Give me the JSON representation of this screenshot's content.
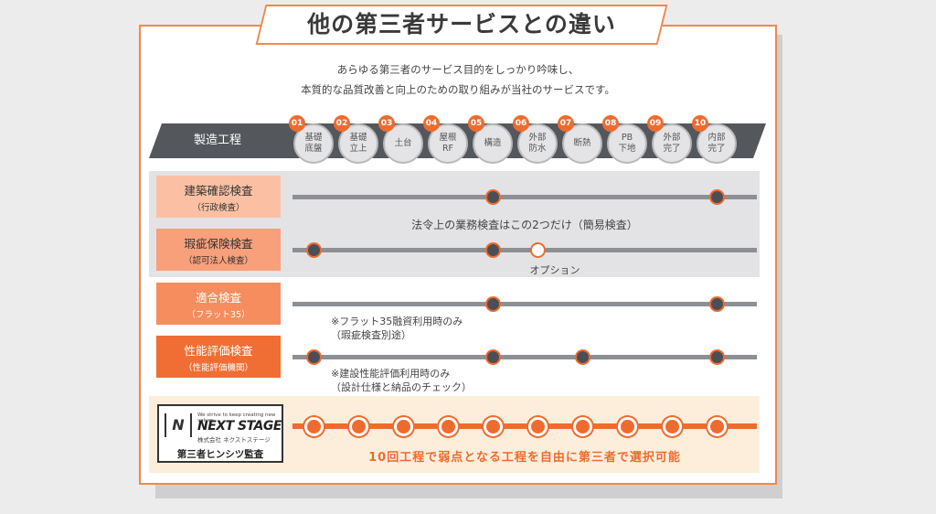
{
  "title": "他の第三者サービスとの違い",
  "intro": {
    "line1": "あらゆる第三者のサービス目的をしっかり吟味し、",
    "line2": "本質的な品質改善と向上のための取り組みが当社のサービスです。"
  },
  "process": {
    "label": "製造工程",
    "steps": [
      {
        "num": "01",
        "label": "基礎\n底盤"
      },
      {
        "num": "02",
        "label": "基礎\n立上"
      },
      {
        "num": "03",
        "label": "土台"
      },
      {
        "num": "04",
        "label": "屋根\nRF"
      },
      {
        "num": "05",
        "label": "構造"
      },
      {
        "num": "06",
        "label": "外部\n防水"
      },
      {
        "num": "07",
        "label": "断熱"
      },
      {
        "num": "08",
        "label": "PB\n下地"
      },
      {
        "num": "09",
        "label": "外部\n完了"
      },
      {
        "num": "10",
        "label": "内部\n完了"
      }
    ]
  },
  "rows": [
    {
      "name": "建築確認検査",
      "sub": "（行政検査）",
      "color": "#fbc0a3",
      "steps": [
        5,
        10
      ],
      "open_steps": []
    },
    {
      "name": "瑕疵保険検査",
      "sub": "（認可法人検査）",
      "color": "#f7a07a",
      "steps": [
        1,
        5
      ],
      "open_steps": [
        6
      ]
    },
    {
      "name": "適合検査",
      "sub": "（フラット35）",
      "color": "#f58d5e",
      "steps": [
        5,
        10
      ],
      "open_steps": []
    },
    {
      "name": "性能評価検査",
      "sub": "（性能評価機関）",
      "color": "#f06e34",
      "steps": [
        1,
        5,
        7,
        10
      ],
      "open_steps": []
    }
  ],
  "notes": {
    "legal": "法令上の業務検査はこの2つだけ（簡易検査）",
    "option": "オプション",
    "flat35": "※フラット35融資利用時のみ\n（瑕疵検査別途）",
    "performance": "※建設性能評価利用時のみ\n（設計仕様と納品のチェック）"
  },
  "nextstage": {
    "tagline": "We strive to keep creating new values.",
    "brand": "NEXT STAGE",
    "company": "株式会社 ネクストステージ",
    "mark": "N",
    "service": "第三者ヒンシツ監査",
    "caption": "10回工程で弱点となる工程を自由に第三者で選択可能"
  },
  "colors": {
    "accent": "#ee6b2f",
    "border": "#f08a4b",
    "header": "#54575b"
  }
}
